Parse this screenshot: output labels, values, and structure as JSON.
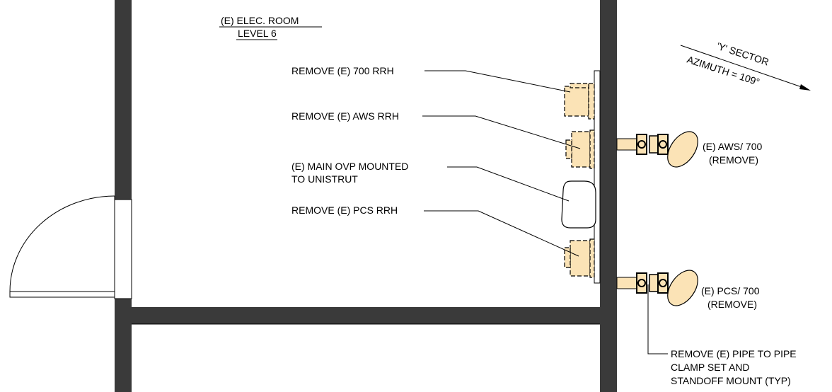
{
  "room": {
    "line1": "(E) ELEC. ROOM",
    "line2": "LEVEL 6"
  },
  "sector": {
    "name": "'Y' SECTOR",
    "azimuth": "AZIMUTH = 109°"
  },
  "callouts": {
    "rrh_700": "REMOVE (E) 700 RRH",
    "rrh_aws": "REMOVE (E) AWS RRH",
    "ovp_line1": "(E) MAIN OVP MOUNTED",
    "ovp_line2": "TO UNISTRUT",
    "rrh_pcs": "REMOVE (E) PCS RRH",
    "antenna_aws_line1": "(E) AWS/ 700",
    "antenna_aws_line2": "(REMOVE)",
    "antenna_pcs_line1": "(E) PCS/ 700",
    "antenna_pcs_line2": "(REMOVE)",
    "clamp_line1": "REMOVE (E) PIPE TO PIPE",
    "clamp_line2": "CLAMP SET AND",
    "clamp_line3": "STANDOFF MOUNT (TYP)"
  },
  "colors": {
    "equipment_fill": "#fbe3b6",
    "wall": "#3a3a3a"
  }
}
